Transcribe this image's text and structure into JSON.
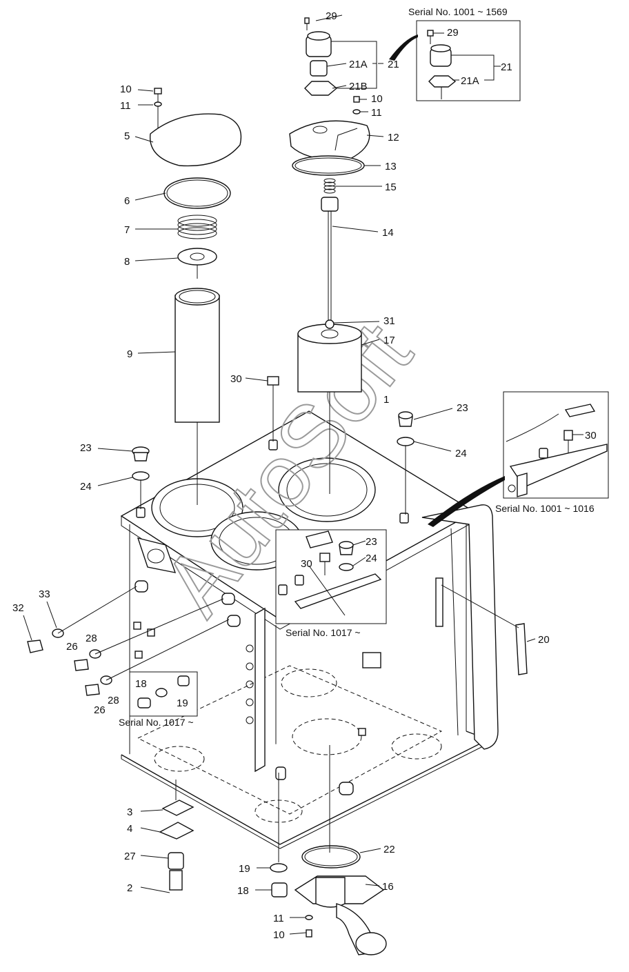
{
  "watermark": "AutoSoft",
  "callouts": {
    "c29": "29",
    "c21A": "21A",
    "c21B": "21B",
    "c21": "21",
    "c10a": "10",
    "c11a": "11",
    "c5": "5",
    "c6": "6",
    "c7": "7",
    "c8": "8",
    "c9": "9",
    "c10b": "10",
    "c11b": "11",
    "c12": "12",
    "c13": "13",
    "c15": "15",
    "c14": "14",
    "c31": "31",
    "c17": "17",
    "c30a": "30",
    "c1": "1",
    "c23a": "23",
    "c24a": "24",
    "c23b": "23",
    "c24b": "24",
    "c33": "33",
    "c32": "32",
    "c26a": "26",
    "c28a": "28",
    "c26b": "26",
    "c28b": "28",
    "c18a": "18",
    "c19a": "19",
    "c20": "20",
    "c3": "3",
    "c4": "4",
    "c27": "27",
    "c2": "2",
    "c22": "22",
    "c19b": "19",
    "c18b": "18",
    "c16": "16",
    "c11c": "11",
    "c10c": "10",
    "i1_29": "29",
    "i1_21": "21",
    "i1_21A": "21A",
    "i2_30": "30",
    "i3_23": "23",
    "i3_24": "24",
    "i3_30": "30"
  },
  "captions": {
    "serial_top": "Serial No. 1001 ~ 1569",
    "serial_right": "Serial No. 1001 ~ 1016",
    "serial_mid": "Serial No. 1017 ~",
    "serial_left": "Serial No. 1017 ~"
  }
}
